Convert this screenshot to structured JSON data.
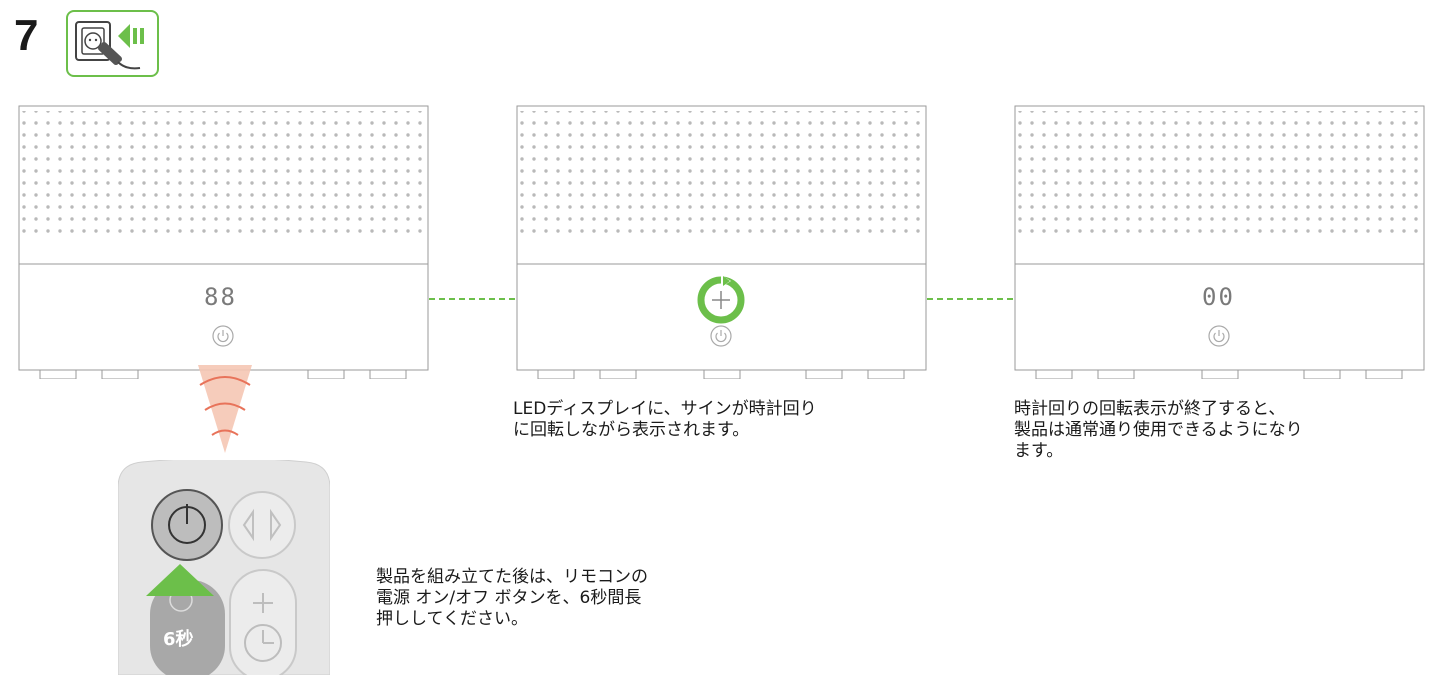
{
  "step": {
    "number": "7"
  },
  "icons": {
    "plug": "plug-in-outlet-icon",
    "power": "power-icon",
    "rotate": "rotating-sign-icon",
    "signal": "ir-signal-icon",
    "arrow": "up-arrow-icon",
    "mode": "mode-arrows-icon",
    "timer": "timer-icon"
  },
  "colors": {
    "accent": "#6cbf4a",
    "signal": "#f08a6a",
    "body": "#e0e0e0"
  },
  "units": [
    {
      "display": "88"
    },
    {
      "display": ""
    },
    {
      "display": "00"
    }
  ],
  "captions": {
    "remote": "製品を組み立てた後は、リモコンの\n電源 オン/オフ ボタンを、6秒間長\n押ししてください。",
    "middle": "LEDディスプレイに、サインが時計回り\nに回転しながら表示されます。",
    "right": "時計回りの回転表示が終了すると、\n製品は通常通り使用できるようになり\nます。"
  },
  "remote": {
    "hold_label": "6秒"
  }
}
